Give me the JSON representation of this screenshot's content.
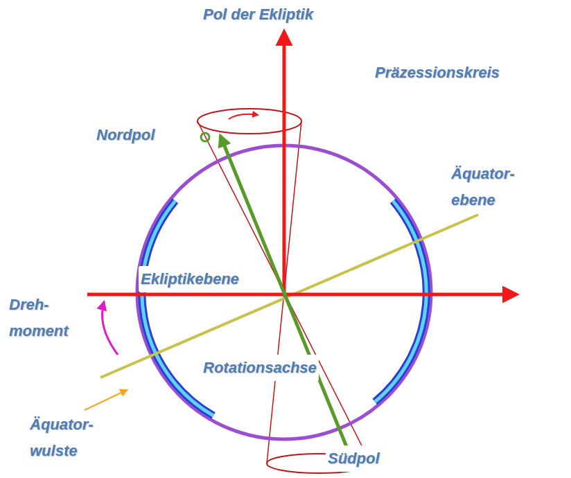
{
  "diagram": {
    "labels": [
      "Pol der Ekliptik",
      "Präzessionskreis",
      "Nordpol",
      "Äquator- ebene",
      "Ekliptikebene",
      "Dreh- moment",
      "Rotationsachse",
      "Äquator- wulste",
      "Südpol"
    ]
  }
}
